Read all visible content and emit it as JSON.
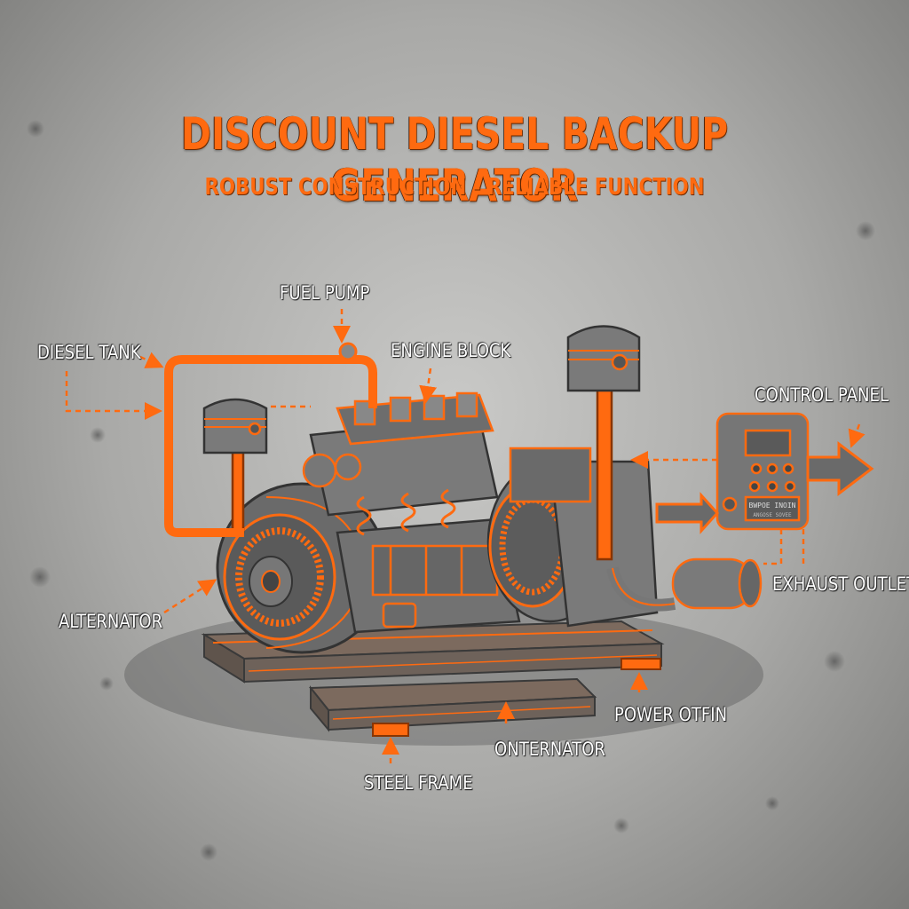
{
  "header": {
    "title": "DISCOUNT DIESEL BACKUP GENERATOR",
    "subtitle": "ROBUST CONSTRUCTION - RELIABLE FUNCTION"
  },
  "labels": {
    "fuel_pump": "FUEL PUMP",
    "diesel_tank": "DIESEL TANK",
    "engine_block": "ENGINE BLOCK",
    "control_panel": "CONTROL PANEL",
    "exhaust_outlet": "EXHAUST OUTLET",
    "alternator": "ALTERNATOR",
    "power_otfin": "POWER OTFIN",
    "onternator": "ONTERNATOR",
    "steel_frame": "STEEL FRAME"
  },
  "panel": {
    "text_line1": "BWPOE INOIN",
    "text_line2": "ANGOSE SOVEE"
  },
  "colors": {
    "accent": "#ff6a10",
    "metal": "#6f6f6f",
    "outline": "#3a3a3a",
    "label_text": "#ffffff"
  }
}
